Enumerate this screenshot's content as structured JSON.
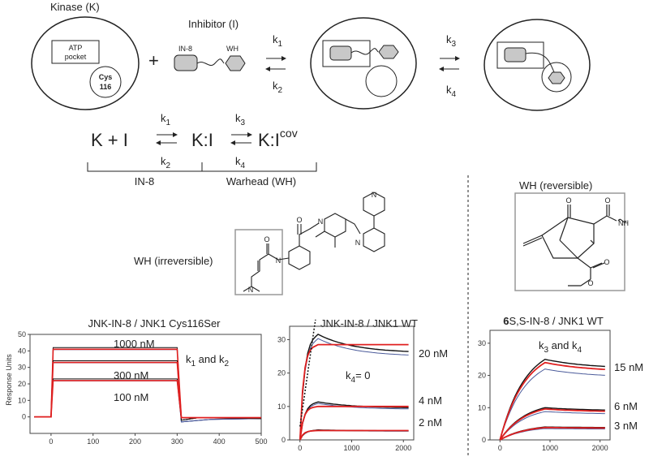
{
  "scheme": {
    "kinase_label": "Kinase (K)",
    "atp_pocket": [
      "ATP",
      "pocket"
    ],
    "cys": [
      "Cys",
      "116"
    ],
    "plus": "+",
    "inhibitor_label": "Inhibitor (I)",
    "in8": "IN-8",
    "wh": "WH",
    "k1": "k",
    "k1_sub": "1",
    "k2": "k",
    "k2_sub": "2",
    "k3": "k",
    "k3_sub": "3",
    "k4": "k",
    "k4_sub": "4"
  },
  "equation": {
    "left": "K + I",
    "mid": "K:I",
    "right": "K:I",
    "right_sup": "cov",
    "bracket_in8": "IN-8",
    "bracket_wh": "Warhead (WH)"
  },
  "structures": {
    "wh_irreversible": "WH (irreversible)",
    "wh_reversible": "WH (reversible)",
    "atoms": {
      "O": "O",
      "N": "N",
      "H": "H",
      "NH": "N"
    }
  },
  "chart_data": [
    {
      "type": "line",
      "title": "JNK-IN-8 / JNK1 Cys116Ser",
      "ylabel": "Response Units",
      "xlim": [
        -50,
        500
      ],
      "ylim": [
        -10,
        50
      ],
      "xticks": [
        0,
        100,
        200,
        300,
        400,
        500
      ],
      "yticks": [
        0,
        10,
        20,
        30,
        40,
        50
      ],
      "annotation": "k",
      "annotation_sub1": "1",
      "annotation_mid": " and k",
      "annotation_sub2": "2",
      "series": [
        {
          "name": "1000 nM",
          "plateau": 42,
          "fit_plateau": 41
        },
        {
          "name": "300 nM",
          "plateau": 34,
          "fit_plateau": 33
        },
        {
          "name": "100 nM",
          "plateau": 23,
          "fit_plateau": 22
        }
      ]
    },
    {
      "type": "line",
      "title": "JNK-IN-8 / JNK1 WT",
      "xlim": [
        -200,
        2200
      ],
      "ylim": [
        0,
        34
      ],
      "xticks": [
        0,
        1000,
        2000
      ],
      "yticks": [
        0,
        10,
        20,
        30
      ],
      "annotation": "k",
      "annotation_sub": "4",
      "annotation_rest": "= 0",
      "series": [
        {
          "name": "20 nM",
          "peak": 32,
          "end": 26,
          "fit": 28.5
        },
        {
          "name": "4 nM",
          "peak": 11.5,
          "end": 9.5,
          "fit": 10
        },
        {
          "name": "2 nM",
          "peak": 3,
          "end": 2.7,
          "fit": 2.8
        }
      ]
    },
    {
      "type": "line",
      "title_bold": "6",
      "title": "S,S-IN-8 / JNK1 WT",
      "xlim": [
        -200,
        2200
      ],
      "ylim": [
        0,
        34
      ],
      "xticks": [
        0,
        1000,
        2000
      ],
      "yticks": [
        0,
        10,
        20,
        30
      ],
      "annotation": "k",
      "annotation_sub1": "3",
      "annotation_mid": " and k",
      "annotation_sub2": "4",
      "series": [
        {
          "name": "15 nM",
          "peak": 25,
          "end": 22
        },
        {
          "name": "6 nM",
          "peak": 10,
          "end": 9
        },
        {
          "name": "3 nM",
          "peak": 4,
          "end": 3.8
        }
      ]
    }
  ]
}
